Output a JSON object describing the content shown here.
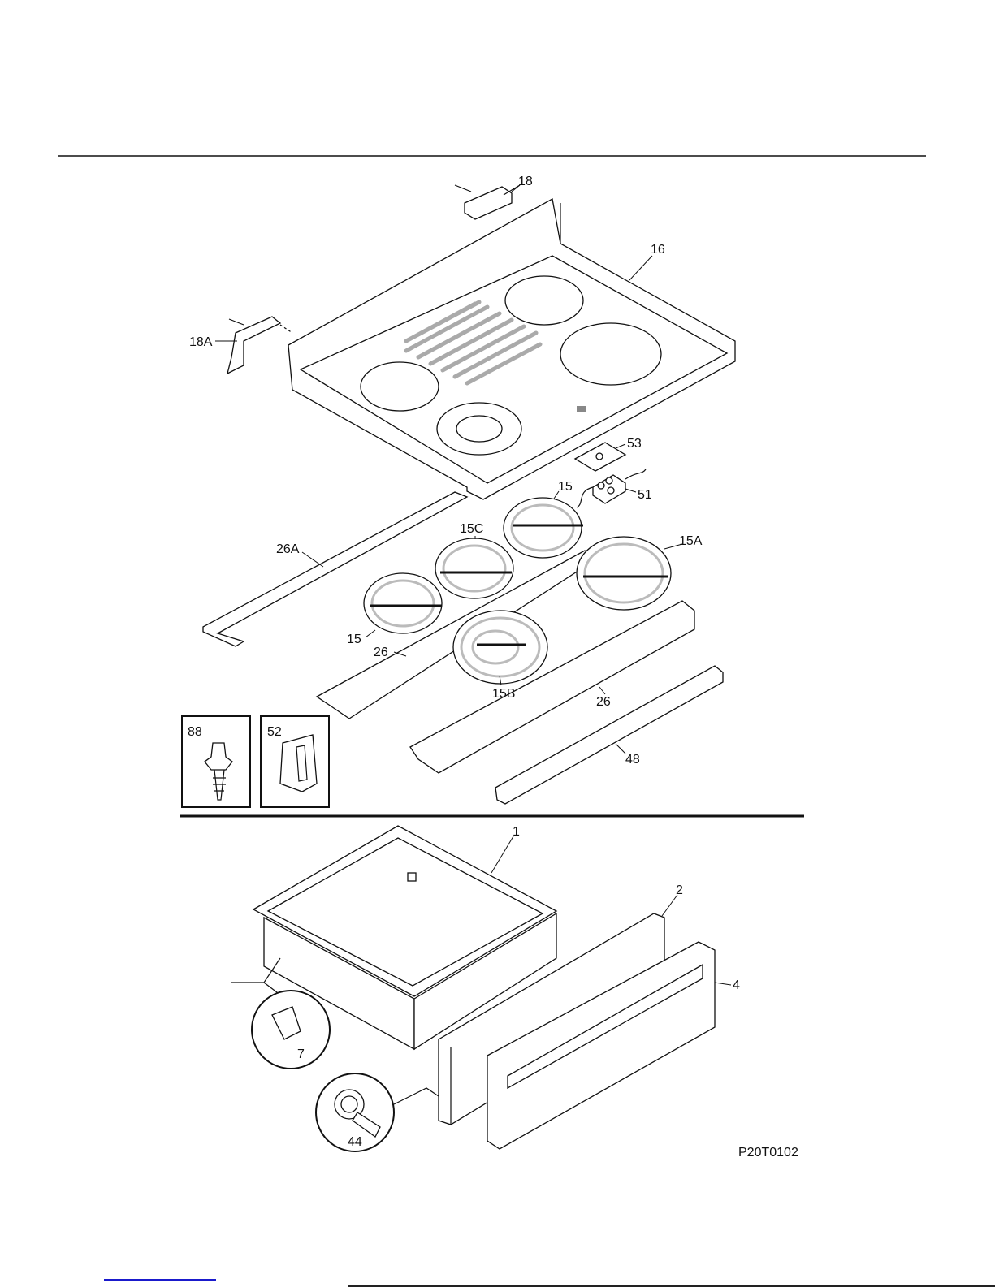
{
  "diagram": {
    "code": "P20T0102",
    "callouts": {
      "c18": "18",
      "c16": "16",
      "c18A": "18A",
      "c53": "53",
      "c15_top": "15",
      "c51": "51",
      "c15C": "15C",
      "c26A": "26A",
      "c15A": "15A",
      "c15_left": "15",
      "c26_left": "26",
      "c15B": "15B",
      "c26_right": "26",
      "c48": "48",
      "c88": "88",
      "c52": "52",
      "c1": "1",
      "c2": "2",
      "c4": "4",
      "c7": "7",
      "c44": "44"
    }
  }
}
